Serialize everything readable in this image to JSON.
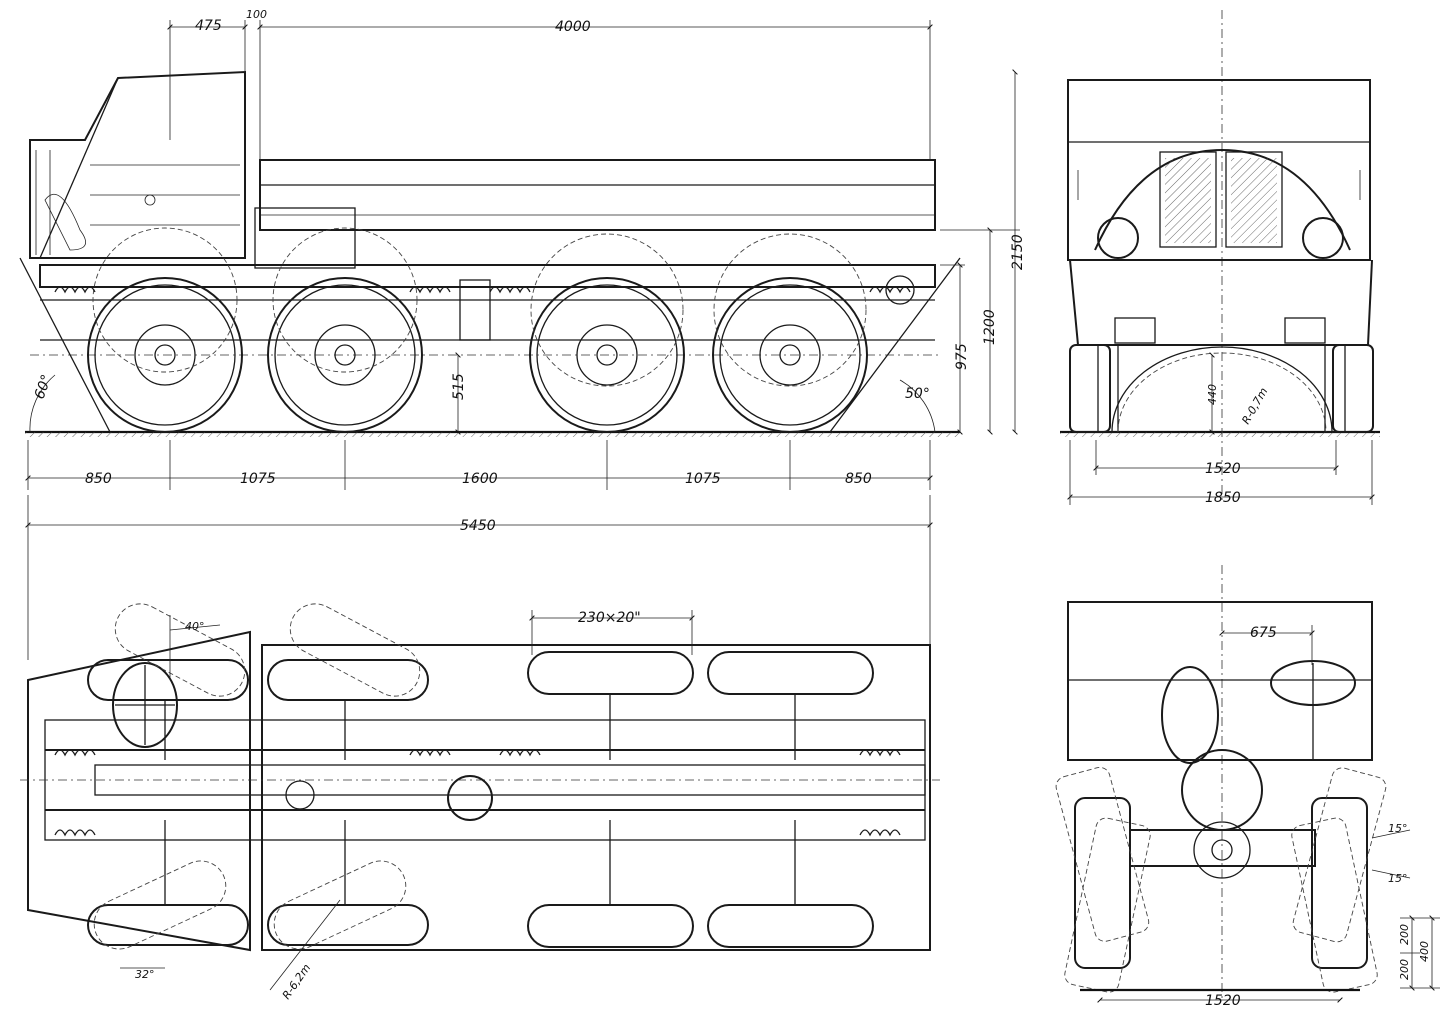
{
  "views": {
    "side": {
      "dims_top": [
        "475",
        "100",
        "4000"
      ],
      "dims_vertical": [
        "2150",
        "1200",
        "975",
        "515"
      ],
      "angles": [
        "60°",
        "50°"
      ],
      "dims_wheelbase": [
        "850",
        "1075",
        "1600",
        "1075",
        "850"
      ],
      "overall_length": "5450"
    },
    "front": {
      "ground_clearance": "440",
      "clearance_radius": "R-0,7m",
      "track": "1520",
      "overall_width": "1850"
    },
    "plan": {
      "steer_angle_front": "40°",
      "steer_angle_rear": "32°",
      "turn_radius": "R-6,2m",
      "tyre_size": "230×20\""
    },
    "rear": {
      "offset": "675",
      "tilt_top": "15°",
      "tilt_bottom": "15°",
      "articulation_up": "200",
      "articulation_down": "200",
      "articulation_total": "400",
      "track": "1520"
    }
  }
}
